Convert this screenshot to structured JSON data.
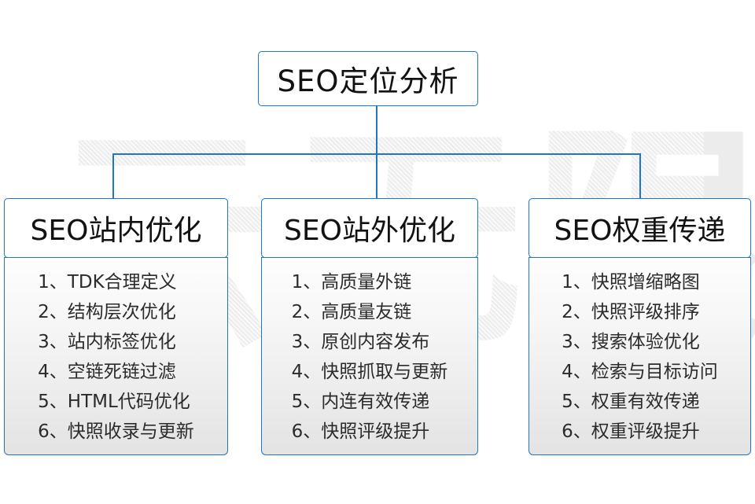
{
  "diagram": {
    "root": {
      "label": "SEO定位分析"
    },
    "watermark": {
      "text": "云无限"
    },
    "columns": [
      {
        "header": "SEO站内优化",
        "items": [
          "1、TDK合理定义",
          "2、结构层次优化",
          "3、站内标签优化",
          "4、空链死链过滤",
          "5、HTML代码优化",
          "6、快照收录与更新"
        ]
      },
      {
        "header": "SEO站外优化",
        "items": [
          "1、高质量外链",
          "2、高质量友链",
          "3、原创内容发布",
          "4、快照抓取与更新",
          "5、内连有效传递",
          "6、快照评级提升"
        ]
      },
      {
        "header": "SEO权重传递",
        "items": [
          "1、快照增缩略图",
          "2、快照评级排序",
          "3、搜索体验优化",
          "4、检索与目标访问",
          "5、权重有效传递",
          "6、权重评级提升"
        ]
      }
    ],
    "colors": {
      "line": "#1f77c1",
      "text": "#121212",
      "list_text": "#2b2b2b",
      "watermark": "#ececec",
      "background": "#ffffff"
    }
  }
}
